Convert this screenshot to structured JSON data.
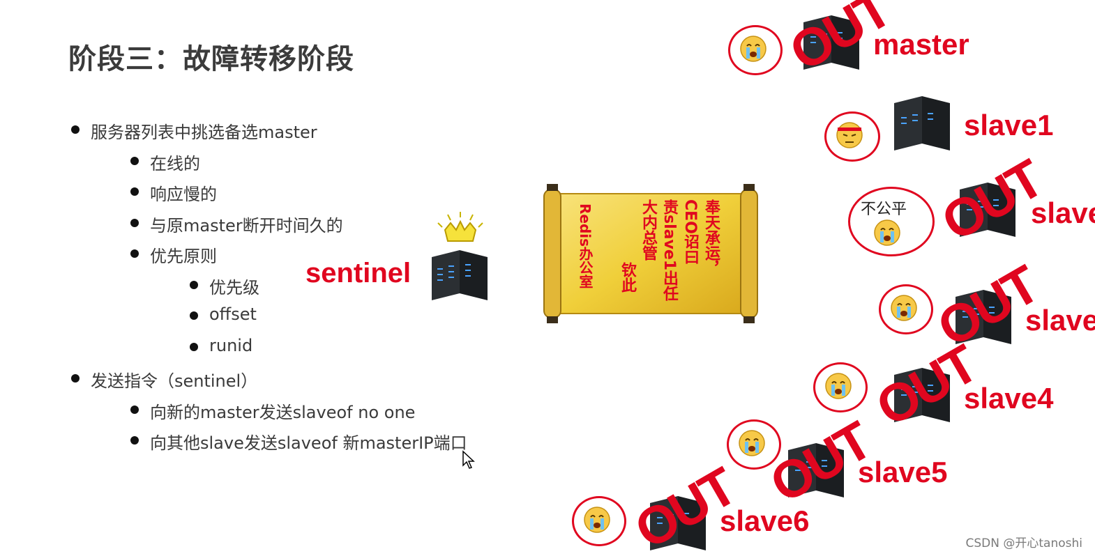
{
  "title": "阶段三：故障转移阶段",
  "bullets": {
    "b1": "服务器列表中挑选备选master",
    "b1_1": "在线的",
    "b1_2": "响应慢的",
    "b1_3": "与原master断开时间久的",
    "b1_4": "优先原则",
    "b1_4_1": "优先级",
    "b1_4_2": "offset",
    "b1_4_3": "runid",
    "b2": "发送指令（sentinel）",
    "b2_1": "向新的master发送slaveof no one",
    "b2_2": "向其他slave发送slaveof 新masterIP端口"
  },
  "sentinel": {
    "label": "sentinel"
  },
  "scroll": {
    "col1": "奉天承运，",
    "col2": "CEO诏曰",
    "col3": "责slave1出任",
    "col4": "大内总管",
    "col5": "钦此",
    "col6": "Redis办公室"
  },
  "nodes": {
    "master": "master",
    "slave1": "slave1",
    "slave2": "slave",
    "slave3": "slave",
    "slave4": "slave4",
    "slave5": "slave5",
    "slave6": "slave6"
  },
  "bubble_unfair": "不公平",
  "out_text": "OUT",
  "watermark": "CSDN @开心tanoshi",
  "colors": {
    "accent_red": "#e0061f",
    "server_dark": "#2e3338",
    "scroll_gold": "#f2d54a"
  }
}
